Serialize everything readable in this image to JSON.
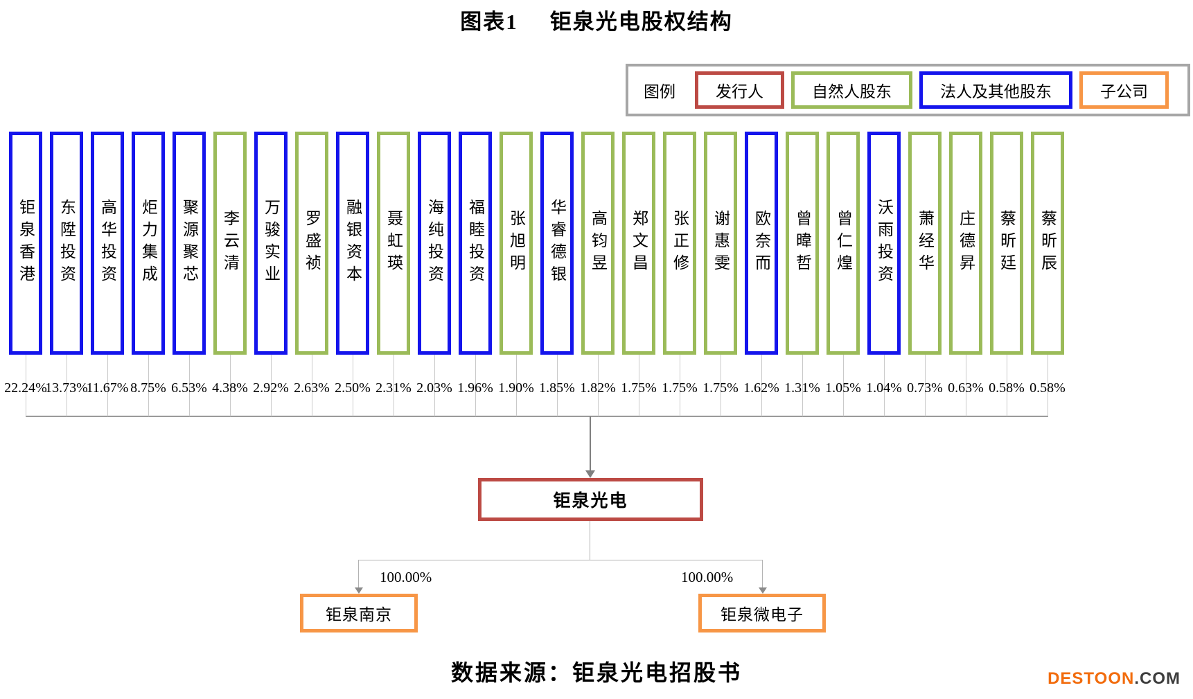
{
  "title": {
    "figure_label": "图表1",
    "text": "钜泉光电股权结构"
  },
  "legend": {
    "label": "图例",
    "items": [
      {
        "key": "issuer",
        "label": "发行人"
      },
      {
        "key": "natural_person",
        "label": "自然人股东"
      },
      {
        "key": "legal_entity",
        "label": "法人及其他股东"
      },
      {
        "key": "subsidiary",
        "label": "子公司"
      }
    ]
  },
  "colors": {
    "issuer": "#bc4a44",
    "natural_person": "#9bbb59",
    "legal_entity": "#1414ec",
    "subsidiary": "#f79646"
  },
  "shareholders": [
    {
      "name": "钜泉香港",
      "percent": "22.24%",
      "type": "legal_entity"
    },
    {
      "name": "东陞投资",
      "percent": "13.73%",
      "type": "legal_entity"
    },
    {
      "name": "高华投资",
      "percent": "11.67%",
      "type": "legal_entity"
    },
    {
      "name": "炬力集成",
      "percent": "8.75%",
      "type": "legal_entity"
    },
    {
      "name": "聚源聚芯",
      "percent": "6.53%",
      "type": "legal_entity"
    },
    {
      "name": "李云清",
      "percent": "4.38%",
      "type": "natural_person"
    },
    {
      "name": "万骏实业",
      "percent": "2.92%",
      "type": "legal_entity"
    },
    {
      "name": "罗盛祯",
      "percent": "2.63%",
      "type": "natural_person"
    },
    {
      "name": "融银资本",
      "percent": "2.50%",
      "type": "legal_entity"
    },
    {
      "name": "聂虹瑛",
      "percent": "2.31%",
      "type": "natural_person"
    },
    {
      "name": "海纯投资",
      "percent": "2.03%",
      "type": "legal_entity"
    },
    {
      "name": "福睦投资",
      "percent": "1.96%",
      "type": "legal_entity"
    },
    {
      "name": "张旭明",
      "percent": "1.90%",
      "type": "natural_person"
    },
    {
      "name": "华睿德银",
      "percent": "1.85%",
      "type": "legal_entity"
    },
    {
      "name": "高钧昱",
      "percent": "1.82%",
      "type": "natural_person"
    },
    {
      "name": "郑文昌",
      "percent": "1.75%",
      "type": "natural_person"
    },
    {
      "name": "张正修",
      "percent": "1.75%",
      "type": "natural_person"
    },
    {
      "name": "谢惠雯",
      "percent": "1.75%",
      "type": "natural_person"
    },
    {
      "name": "欧奈而",
      "percent": "1.62%",
      "type": "legal_entity"
    },
    {
      "name": "曾暐哲",
      "percent": "1.31%",
      "type": "natural_person"
    },
    {
      "name": "曾仁煌",
      "percent": "1.05%",
      "type": "natural_person"
    },
    {
      "name": "沃雨投资",
      "percent": "1.04%",
      "type": "legal_entity"
    },
    {
      "name": "萧经华",
      "percent": "0.73%",
      "type": "natural_person"
    },
    {
      "name": "庄德昇",
      "percent": "0.63%",
      "type": "natural_person"
    },
    {
      "name": "蔡昕廷",
      "percent": "0.58%",
      "type": "natural_person"
    },
    {
      "name": "蔡昕辰",
      "percent": "0.58%",
      "type": "natural_person"
    }
  ],
  "issuer": {
    "name": "钜泉光电"
  },
  "subsidiaries": [
    {
      "name": "钜泉南京",
      "percent": "100.00%"
    },
    {
      "name": "钜泉微电子",
      "percent": "100.00%"
    }
  ],
  "source": "数据来源：钜泉光电招股书",
  "watermark": {
    "brand": "DESTOON",
    "suffix": ".COM"
  }
}
